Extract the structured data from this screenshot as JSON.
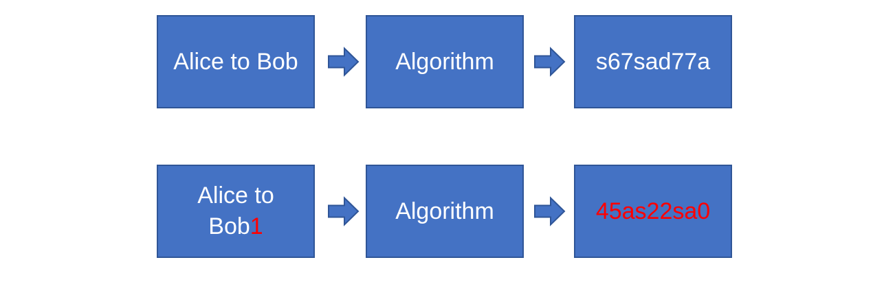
{
  "colors": {
    "box_fill": "#4472C4",
    "box_border": "#2F5597",
    "text_white": "#FFFFFF",
    "text_red": "#FF0000",
    "background": "#FFFFFF"
  },
  "diagram": {
    "description_type": "flow-diagram",
    "rows": [
      {
        "input": {
          "text": "Alice to Bob"
        },
        "process": {
          "text": "Algorithm"
        },
        "output": {
          "text": "s67sad77a"
        }
      },
      {
        "input": {
          "line1": "Alice to",
          "line2_prefix": "Bob",
          "line2_suffix": "1"
        },
        "process": {
          "text": "Algorithm"
        },
        "output": {
          "text": "45as22sa0"
        }
      }
    ]
  }
}
